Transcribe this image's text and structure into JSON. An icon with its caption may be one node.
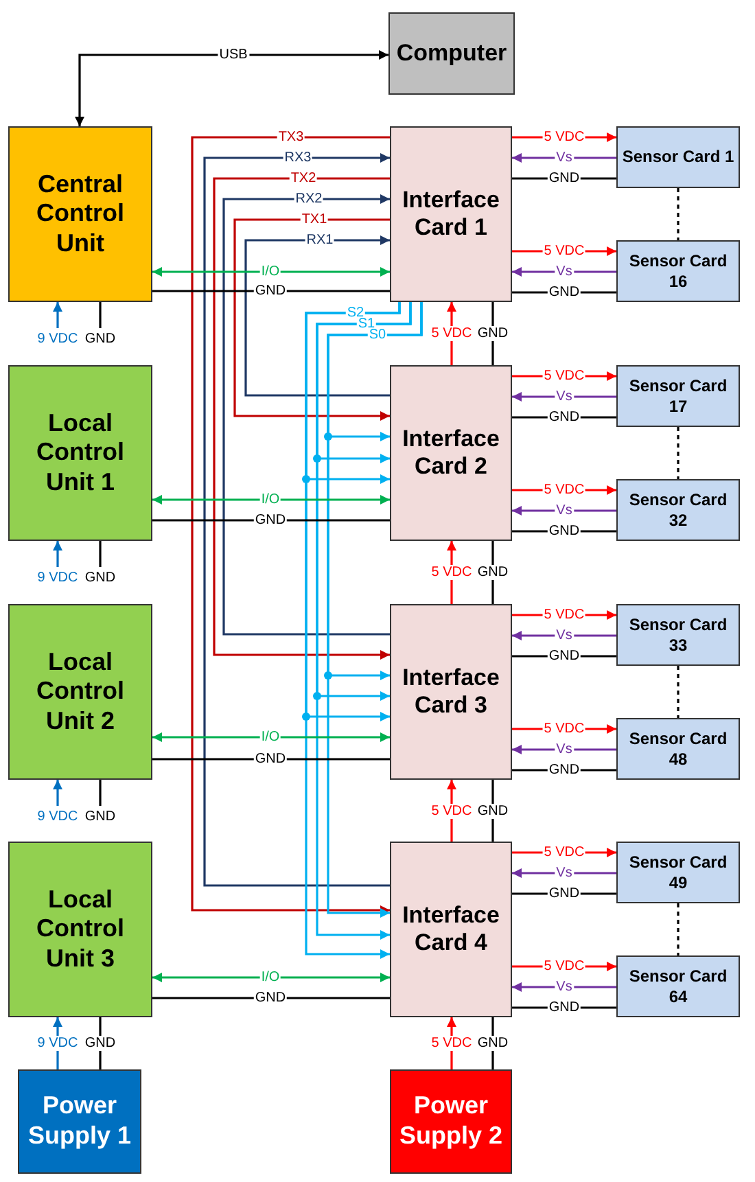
{
  "diagram": {
    "nodes": [
      {
        "text": [
          "Computer"
        ]
      },
      {
        "text": [
          "Central Control Unit"
        ]
      },
      {
        "text": [
          "Interface Card 1"
        ]
      },
      {
        "text": [
          "Sensor Card 1"
        ]
      },
      {
        "text": [
          "Sensor Card 16"
        ]
      },
      {
        "text": [
          "Local Control Unit 1"
        ]
      },
      {
        "text": [
          "Interface Card 2"
        ]
      },
      {
        "text": [
          "Sensor Card 17"
        ]
      },
      {
        "text": [
          "Sensor Card 32"
        ]
      },
      {
        "text": [
          "Local Control Unit 2"
        ]
      },
      {
        "text": [
          "Interface Card 3"
        ]
      },
      {
        "text": [
          "Sensor Card 33"
        ]
      },
      {
        "text": [
          "Sensor Card 48"
        ]
      },
      {
        "text": [
          "Local Control Unit 3"
        ]
      },
      {
        "text": [
          "Interface Card 4"
        ]
      },
      {
        "text": [
          "Sensor Card 49"
        ]
      },
      {
        "text": [
          "Sensor Card 64"
        ]
      },
      {
        "text": [
          "Power Supply 1"
        ]
      },
      {
        "text": [
          "Power Supply 2"
        ]
      }
    ],
    "edges": [
      {
        "from": 1,
        "to": 0,
        "arrow": "both",
        "label": "USB"
      },
      {
        "from": 2,
        "to": 14,
        "arrow": "to",
        "label": "TX3",
        "color": "#c00000"
      },
      {
        "from": 14,
        "to": 2,
        "arrow": "to",
        "label": "RX3",
        "color": "#1f3864"
      },
      {
        "from": 2,
        "to": 10,
        "arrow": "to",
        "label": "TX2",
        "color": "#c00000"
      },
      {
        "from": 10,
        "to": 2,
        "arrow": "to",
        "label": "RX2",
        "color": "#1f3864"
      },
      {
        "from": 2,
        "to": 6,
        "arrow": "to",
        "label": "TX1",
        "color": "#c00000"
      },
      {
        "from": 6,
        "to": 2,
        "arrow": "to",
        "label": "RX1",
        "color": "#1f3864"
      },
      {
        "from": 2,
        "to": 6,
        "arrow": "to",
        "label": "S2",
        "color": "#00b0f0"
      },
      {
        "from": 2,
        "to": 10,
        "arrow": "to",
        "color": "#00b0f0"
      },
      {
        "from": 2,
        "to": 14,
        "arrow": "to",
        "color": "#00b0f0"
      },
      {
        "from": 2,
        "to": 6,
        "arrow": "to",
        "label": "S1",
        "color": "#00b0f0"
      },
      {
        "from": 2,
        "to": 10,
        "arrow": "to",
        "color": "#00b0f0"
      },
      {
        "from": 2,
        "to": 14,
        "arrow": "to",
        "color": "#00b0f0"
      },
      {
        "from": 2,
        "to": 6,
        "arrow": "to",
        "label": "S0",
        "color": "#00b0f0"
      },
      {
        "from": 2,
        "to": 10,
        "arrow": "to",
        "color": "#00b0f0"
      },
      {
        "from": 2,
        "to": 14,
        "arrow": "to",
        "color": "#00b0f0"
      },
      {
        "from": 1,
        "to": 2,
        "arrow": "both",
        "label": "I/O",
        "color": "#00b050"
      },
      {
        "from": 1,
        "to": 2,
        "arrow": "none",
        "label": "GND"
      },
      {
        "from": 5,
        "to": 6,
        "arrow": "both",
        "label": "I/O",
        "color": "#00b050"
      },
      {
        "from": 5,
        "to": 6,
        "arrow": "none",
        "label": "GND"
      },
      {
        "from": 9,
        "to": 10,
        "arrow": "both",
        "label": "I/O",
        "color": "#00b050"
      },
      {
        "from": 9,
        "to": 10,
        "arrow": "none",
        "label": "GND"
      },
      {
        "from": 13,
        "to": 14,
        "arrow": "both",
        "label": "I/O",
        "color": "#00b050"
      },
      {
        "from": 13,
        "to": 14,
        "arrow": "none",
        "label": "GND"
      },
      {
        "from": 2,
        "to": 3,
        "arrow": "to",
        "label": "5 VDC",
        "color": "#ff0000"
      },
      {
        "from": 3,
        "to": 2,
        "arrow": "to",
        "label": "Vs",
        "color": "#7030a0"
      },
      {
        "from": 2,
        "to": 3,
        "arrow": "none",
        "label": "GND"
      },
      {
        "from": 2,
        "to": 4,
        "arrow": "to",
        "label": "5 VDC",
        "color": "#ff0000"
      },
      {
        "from": 4,
        "to": 2,
        "arrow": "to",
        "label": "Vs",
        "color": "#7030a0"
      },
      {
        "from": 2,
        "to": 4,
        "arrow": "none",
        "label": "GND"
      },
      {
        "from": 6,
        "to": 7,
        "arrow": "to",
        "label": "5 VDC",
        "color": "#ff0000"
      },
      {
        "from": 7,
        "to": 6,
        "arrow": "to",
        "label": "Vs",
        "color": "#7030a0"
      },
      {
        "from": 6,
        "to": 7,
        "arrow": "none",
        "label": "GND"
      },
      {
        "from": 6,
        "to": 8,
        "arrow": "to",
        "label": "5 VDC",
        "color": "#ff0000"
      },
      {
        "from": 8,
        "to": 6,
        "arrow": "to",
        "label": "Vs",
        "color": "#7030a0"
      },
      {
        "from": 6,
        "to": 8,
        "arrow": "none",
        "label": "GND"
      },
      {
        "from": 10,
        "to": 11,
        "arrow": "to",
        "label": "5 VDC",
        "color": "#ff0000"
      },
      {
        "from": 11,
        "to": 10,
        "arrow": "to",
        "label": "Vs",
        "color": "#7030a0"
      },
      {
        "from": 10,
        "to": 11,
        "arrow": "none",
        "label": "GND"
      },
      {
        "from": 10,
        "to": 12,
        "arrow": "to",
        "label": "5 VDC",
        "color": "#ff0000"
      },
      {
        "from": 12,
        "to": 10,
        "arrow": "to",
        "label": "Vs",
        "color": "#7030a0"
      },
      {
        "from": 10,
        "to": 12,
        "arrow": "none",
        "label": "GND"
      },
      {
        "from": 14,
        "to": 15,
        "arrow": "to",
        "label": "5 VDC",
        "color": "#ff0000"
      },
      {
        "from": 15,
        "to": 14,
        "arrow": "to",
        "label": "Vs",
        "color": "#7030a0"
      },
      {
        "from": 14,
        "to": 15,
        "arrow": "none",
        "label": "GND"
      },
      {
        "from": 14,
        "to": 16,
        "arrow": "to",
        "label": "5 VDC",
        "color": "#ff0000"
      },
      {
        "from": 16,
        "to": 14,
        "arrow": "to",
        "label": "Vs",
        "color": "#7030a0"
      },
      {
        "from": 14,
        "to": 16,
        "arrow": "none",
        "label": "GND"
      },
      {
        "from": 3,
        "to": 4,
        "arrow": "none",
        "style": "dashed"
      },
      {
        "from": 7,
        "to": 8,
        "arrow": "none",
        "style": "dashed"
      },
      {
        "from": 11,
        "to": 12,
        "arrow": "none",
        "style": "dashed"
      },
      {
        "from": 15,
        "to": 16,
        "arrow": "none",
        "style": "dashed"
      },
      {
        "from": null,
        "to": 1,
        "arrow": "to",
        "label": "9 VDC",
        "color": "#0070c0"
      },
      {
        "from": 1,
        "to": null,
        "arrow": "none",
        "label": "GND"
      },
      {
        "from": null,
        "to": 5,
        "arrow": "to",
        "label": "9 VDC",
        "color": "#0070c0"
      },
      {
        "from": 5,
        "to": null,
        "arrow": "none",
        "label": "GND"
      },
      {
        "from": null,
        "to": 9,
        "arrow": "to",
        "label": "9 VDC",
        "color": "#0070c0"
      },
      {
        "from": 9,
        "to": null,
        "arrow": "none",
        "label": "GND"
      },
      {
        "from": 17,
        "to": 13,
        "arrow": "to",
        "label": "9 VDC",
        "color": "#0070c0"
      },
      {
        "from": 17,
        "to": 13,
        "arrow": "none",
        "label": "GND"
      },
      {
        "from": 6,
        "to": 2,
        "arrow": "to",
        "label": "5 VDC",
        "color": "#ff0000"
      },
      {
        "from": 2,
        "to": 6,
        "arrow": "none",
        "label": "GND"
      },
      {
        "from": 10,
        "to": 6,
        "arrow": "to",
        "label": "5 VDC",
        "color": "#ff0000"
      },
      {
        "from": 6,
        "to": 10,
        "arrow": "none",
        "label": "GND"
      },
      {
        "from": 14,
        "to": 10,
        "arrow": "to",
        "label": "5 VDC",
        "color": "#ff0000"
      },
      {
        "from": 10,
        "to": 14,
        "arrow": "none",
        "label": "GND"
      },
      {
        "from": 18,
        "to": 14,
        "arrow": "to",
        "label": "5 VDC",
        "color": "#ff0000"
      },
      {
        "from": 14,
        "to": 18,
        "arrow": "none",
        "label": "GND"
      }
    ]
  }
}
